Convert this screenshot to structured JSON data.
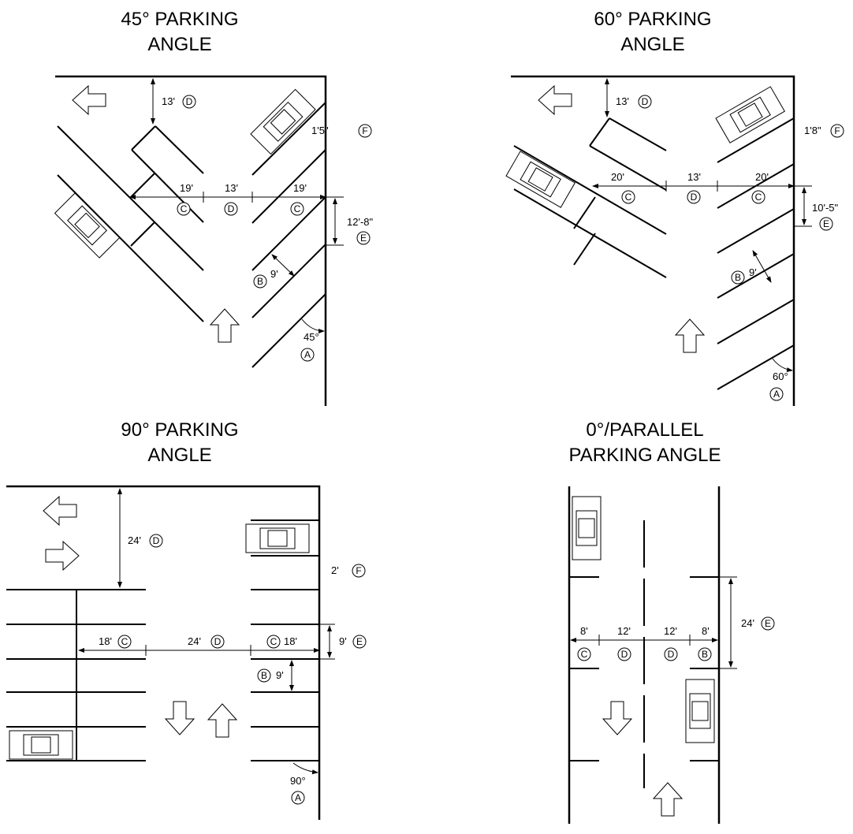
{
  "panels": {
    "p45": {
      "title1": "45°  PARKING",
      "title2": "ANGLE",
      "d_top": "13'",
      "D": "D",
      "f": "1'5\"",
      "F": "F",
      "c1": "19'",
      "C": "C",
      "d_mid": "13'",
      "c2": "19'",
      "e": "12'-8\"",
      "E": "E",
      "b": "9'",
      "B": "B",
      "a": "45°",
      "A": "A"
    },
    "p60": {
      "title1": "60°  PARKING",
      "title2": "ANGLE",
      "d_top": "13'",
      "D": "D",
      "f": "1'8\"",
      "F": "F",
      "c1": "20'",
      "C": "C",
      "d_mid": "13'",
      "c2": "20'",
      "e": "10'-5\"",
      "E": "E",
      "b": "9'",
      "B": "B",
      "a": "60°",
      "A": "A"
    },
    "p90": {
      "title1": "90°  PARKING",
      "title2": "ANGLE",
      "d_top": "24'",
      "D": "D",
      "f": "2'",
      "F": "F",
      "c1": "18'",
      "C": "C",
      "d_mid": "24'",
      "c2": "18'",
      "e": "9'",
      "E": "E",
      "b": "9'",
      "B": "B",
      "a": "90°",
      "A": "A"
    },
    "p0": {
      "title1": "0°/PARALLEL",
      "title2": "PARKING ANGLE",
      "c": "8'",
      "C": "C",
      "d1": "12'",
      "D": "D",
      "d2": "12'",
      "b": "8'",
      "B": "B",
      "e": "24'",
      "E": "E"
    }
  }
}
